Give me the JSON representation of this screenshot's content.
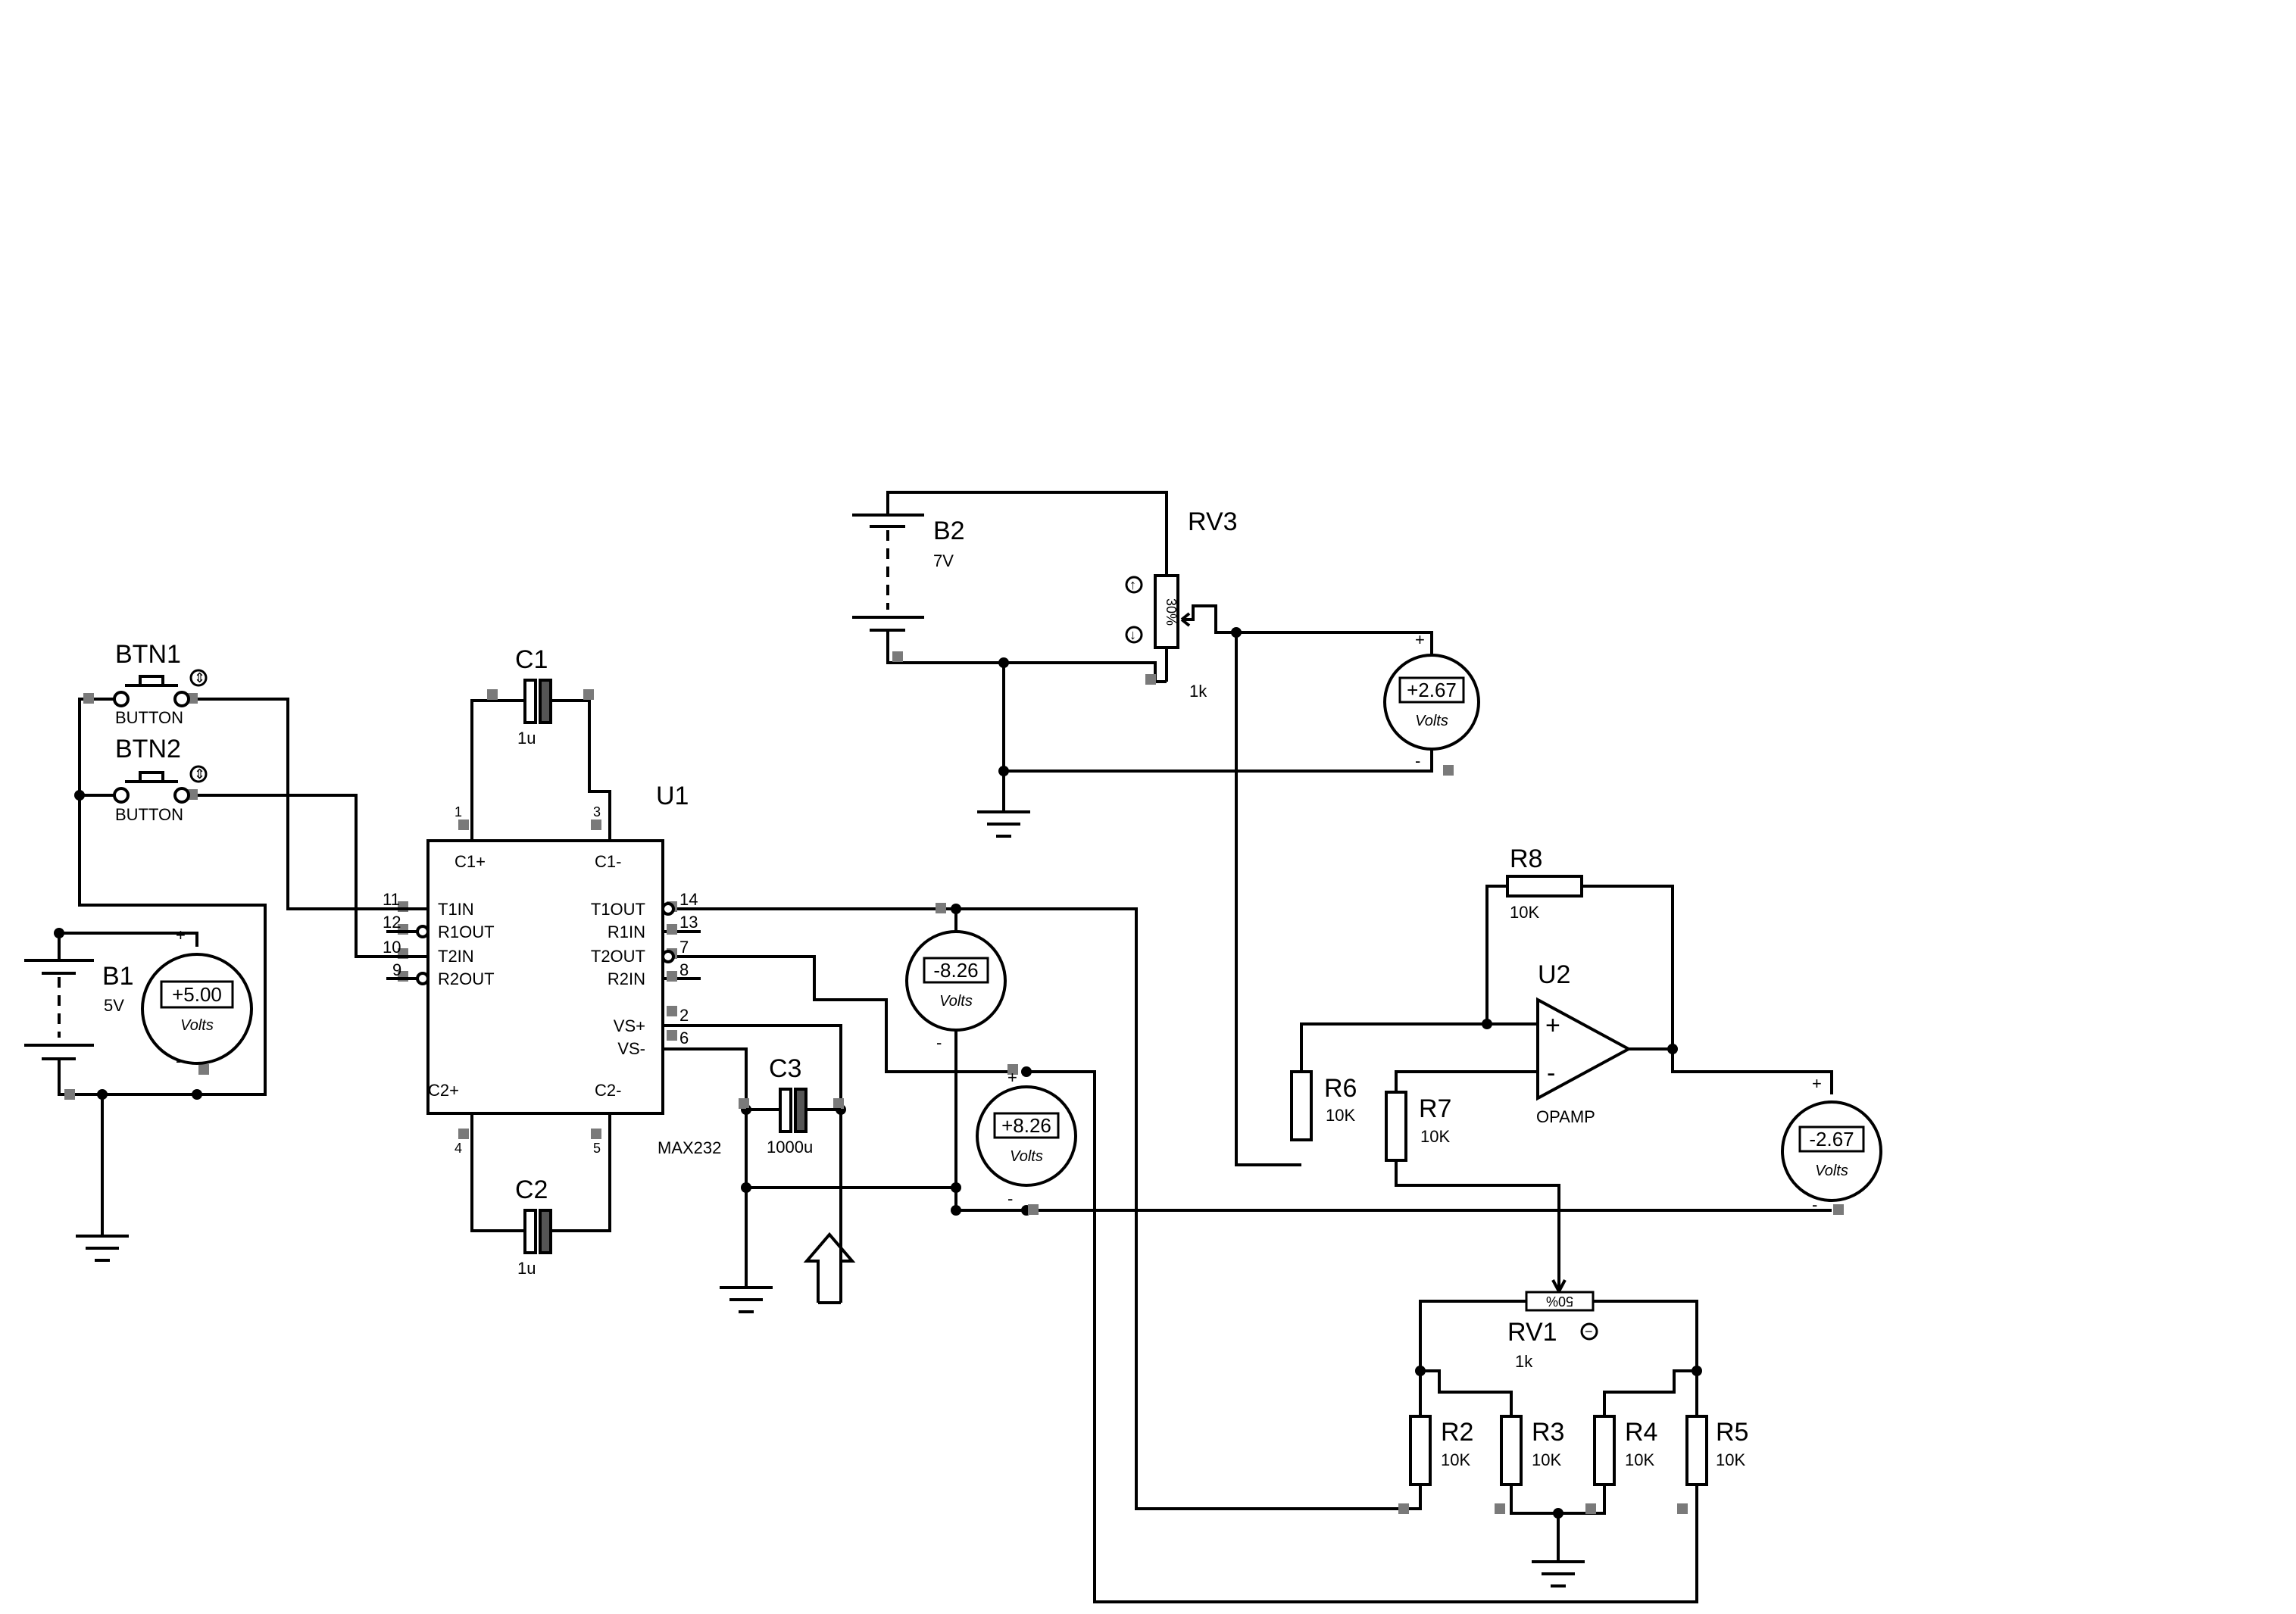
{
  "components": {
    "btn1": {
      "ref": "BTN1",
      "type": "BUTTON"
    },
    "btn2": {
      "ref": "BTN2",
      "type": "BUTTON"
    },
    "b1": {
      "ref": "B1",
      "value": "5V"
    },
    "b2": {
      "ref": "B2",
      "value": "7V"
    },
    "c1": {
      "ref": "C1",
      "value": "1u"
    },
    "c2": {
      "ref": "C2",
      "value": "1u"
    },
    "c3": {
      "ref": "C3",
      "value": "1000u"
    },
    "u1": {
      "ref": "U1",
      "part": "MAX232",
      "pins": {
        "c1p": "C1+",
        "c1m": "C1-",
        "c2p": "C2+",
        "c2m": "C2-",
        "t1in": "T1IN",
        "r1out": "R1OUT",
        "t2in": "T2IN",
        "r2out": "R2OUT",
        "t1out": "T1OUT",
        "r1in": "R1IN",
        "t2out": "T2OUT",
        "r2in": "R2IN",
        "vsp": "VS+",
        "vsm": "VS-"
      },
      "pin_numbers": {
        "n1": "1",
        "n3": "3",
        "n4": "4",
        "n5": "5",
        "n11": "11",
        "n12": "12",
        "n10": "10",
        "n9": "9",
        "n14": "14",
        "n13": "13",
        "n7": "7",
        "n8": "8",
        "n2": "2",
        "n6": "6"
      }
    },
    "rv3": {
      "ref": "RV3",
      "value": "1k",
      "wiper": "30%"
    },
    "rv1": {
      "ref": "RV1",
      "value": "1k",
      "wiper": "50%"
    },
    "u2": {
      "ref": "U2",
      "type": "OPAMP"
    },
    "r2": {
      "ref": "R2",
      "value": "10K"
    },
    "r3": {
      "ref": "R3",
      "value": "10K"
    },
    "r4": {
      "ref": "R4",
      "value": "10K"
    },
    "r5": {
      "ref": "R5",
      "value": "10K"
    },
    "r6": {
      "ref": "R6",
      "value": "10K"
    },
    "r7": {
      "ref": "R7",
      "value": "10K"
    },
    "r8": {
      "ref": "R8",
      "value": "10K"
    }
  },
  "voltmeters": {
    "vm_b1": {
      "reading": "+5.00",
      "unit": "Volts"
    },
    "vm_rv3": {
      "reading": "+2.67",
      "unit": "Volts"
    },
    "vm_t1out": {
      "reading": "-8.26",
      "unit": "Volts"
    },
    "vm_vsp": {
      "reading": "+8.26",
      "unit": "Volts"
    },
    "vm_out": {
      "reading": "-2.67",
      "unit": "Volts"
    }
  },
  "symbols": {
    "plus": "+",
    "minus": "-"
  }
}
